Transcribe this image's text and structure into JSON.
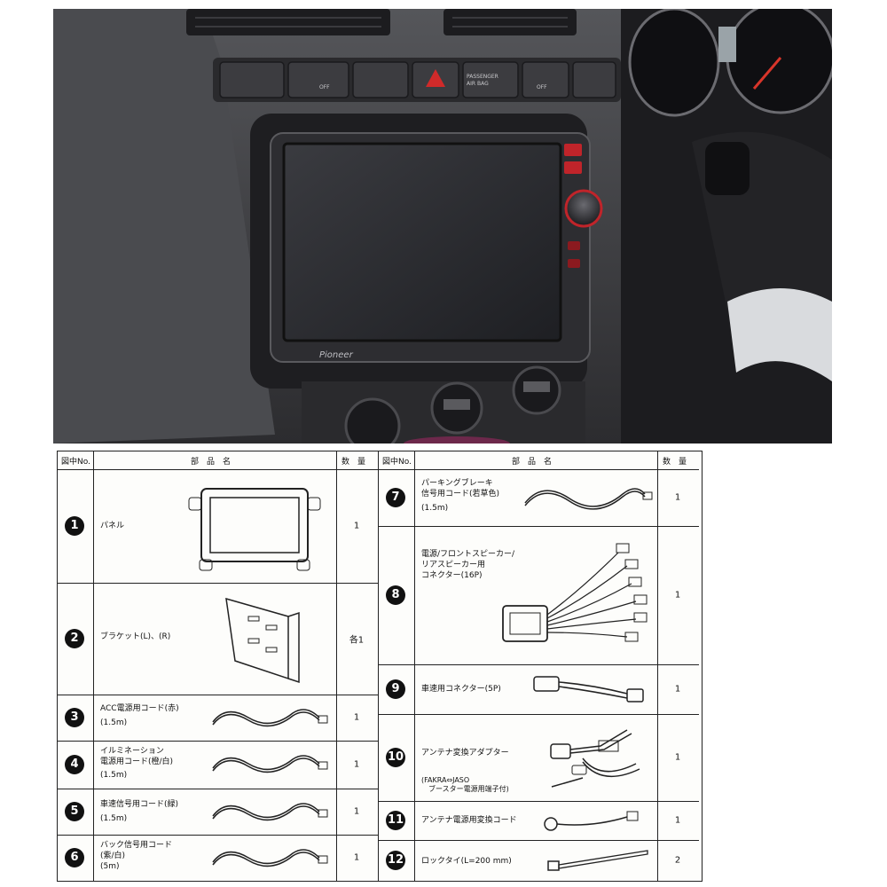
{
  "table": {
    "headers": {
      "no": "図中No.",
      "name": "部　品　名",
      "qty": "数　量"
    },
    "left": [
      {
        "num": "1",
        "name": [
          "パネル"
        ],
        "qty": "1"
      },
      {
        "num": "2",
        "name": [
          "ブラケット(L)、(R)"
        ],
        "qty": "各1"
      },
      {
        "num": "3",
        "name": [
          "ACC電源用コード(赤)",
          "(1.5m)"
        ],
        "qty": "1"
      },
      {
        "num": "4",
        "name": [
          "イルミネーション",
          "電源用コード(橙/白)",
          "(1.5m)"
        ],
        "qty": "1"
      },
      {
        "num": "5",
        "name": [
          "車速信号用コード(緑)",
          "(1.5m)"
        ],
        "qty": "1"
      },
      {
        "num": "6",
        "name": [
          "バック信号用コード",
          "(紫/白)",
          "(5m)"
        ],
        "qty": "1"
      }
    ],
    "right": [
      {
        "num": "7",
        "name": [
          "パーキングブレーキ",
          "信号用コード(若草色)",
          "(1.5m)"
        ],
        "qty": "1"
      },
      {
        "num": "8",
        "name": [
          "電源/フロントスピーカー/",
          "リアスピーカー用",
          "コネクター(16P)"
        ],
        "qty": "1"
      },
      {
        "num": "9",
        "name": [
          "車速用コネクター(5P)"
        ],
        "qty": "1"
      },
      {
        "num": "10",
        "name": [
          "アンテナ変換アダプター",
          "",
          "(FAKRA⇔JASO",
          "ブースター電源用端子付)"
        ],
        "qty": "1"
      },
      {
        "num": "11",
        "name": [
          "アンテナ電源用変換コード"
        ],
        "qty": "1"
      },
      {
        "num": "12",
        "name": [
          "ロックタイ(L=200 mm)"
        ],
        "qty": "2"
      }
    ]
  },
  "photo": {
    "dash_buttons": [
      "OFF",
      "",
      "",
      "",
      "PASSENGER AIR BAG",
      "OFF"
    ],
    "brand": "Pioneer",
    "colors": {
      "dash": "#3b3b3e",
      "screen": "#2a2b30",
      "accent": "#c0242a"
    }
  }
}
